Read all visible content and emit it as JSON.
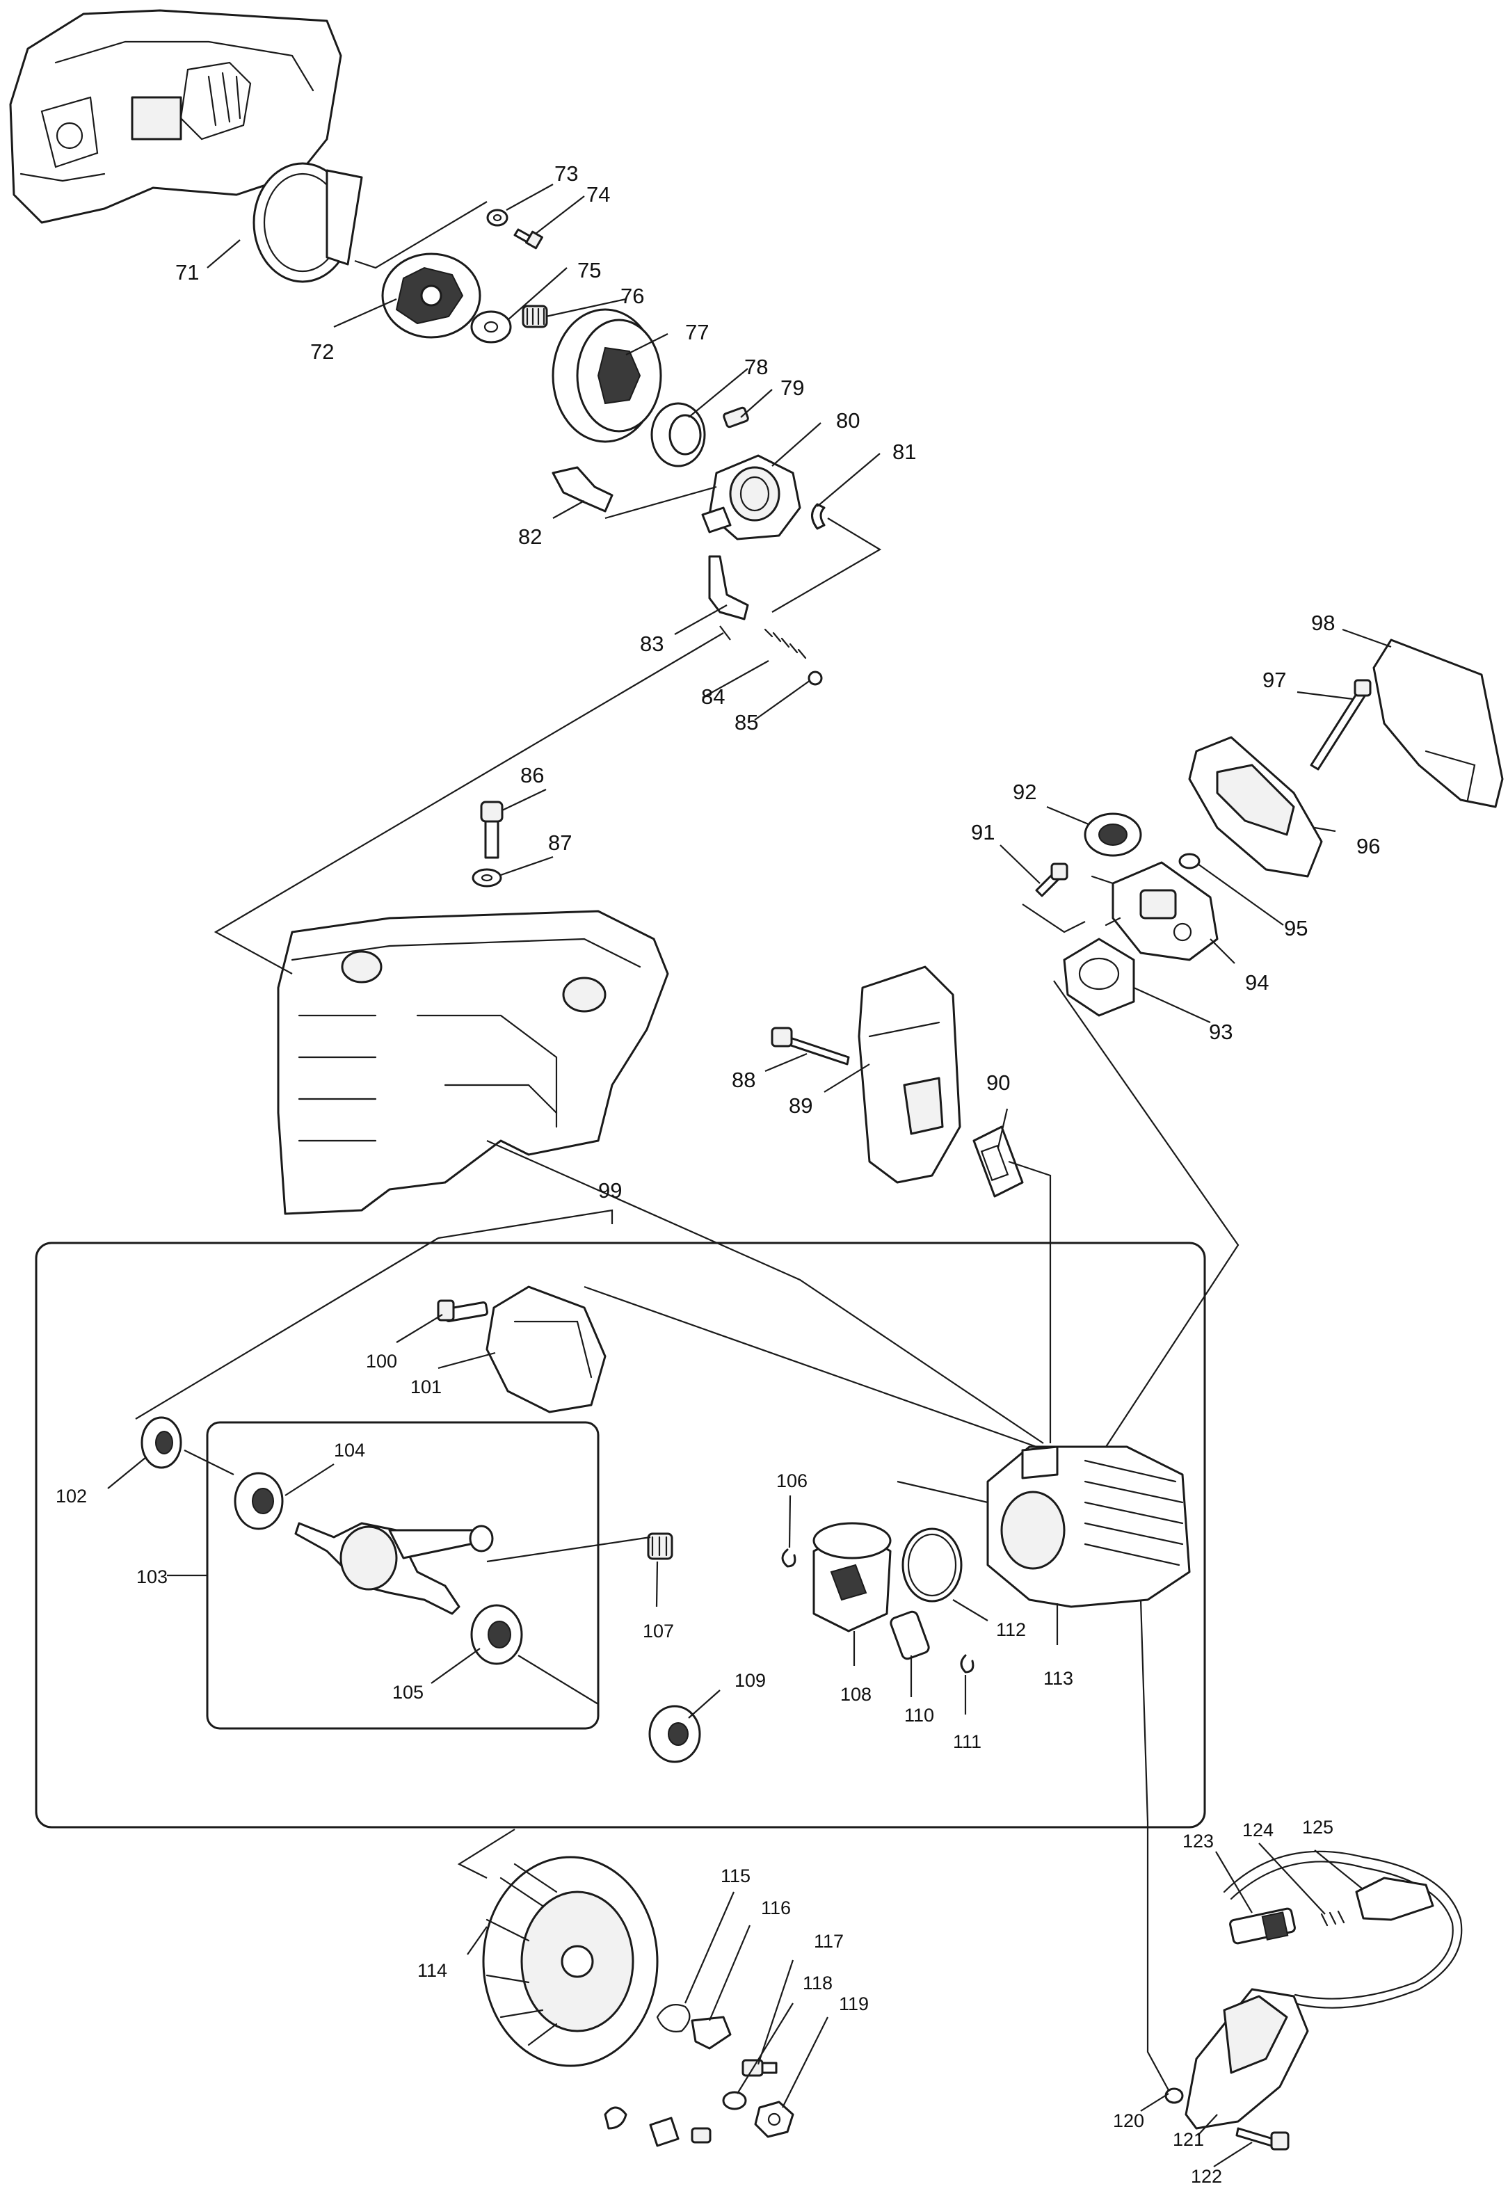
{
  "callouts": {
    "c71": "71",
    "c72": "72",
    "c73": "73",
    "c74": "74",
    "c75": "75",
    "c76": "76",
    "c77": "77",
    "c78": "78",
    "c79": "79",
    "c80": "80",
    "c81": "81",
    "c82": "82",
    "c83": "83",
    "c84": "84",
    "c85": "85",
    "c86": "86",
    "c87": "87",
    "c88": "88",
    "c89": "89",
    "c90": "90",
    "c91": "91",
    "c92": "92",
    "c93": "93",
    "c94": "94",
    "c95": "95",
    "c96": "96",
    "c97": "97",
    "c98": "98",
    "c99": "99",
    "c100": "100",
    "c101": "101",
    "c102": "102",
    "c103": "103",
    "c104": "104",
    "c105": "105",
    "c106": "106",
    "c107": "107",
    "c108": "108",
    "c109": "109",
    "c110": "110",
    "c111": "111",
    "c112": "112",
    "c113": "113",
    "c114": "114",
    "c115": "115",
    "c116": "116",
    "c117": "117",
    "c118": "118",
    "c119": "119",
    "c120": "120",
    "c121": "121",
    "c122": "122",
    "c123": "123",
    "c124": "124",
    "c125": "125"
  }
}
